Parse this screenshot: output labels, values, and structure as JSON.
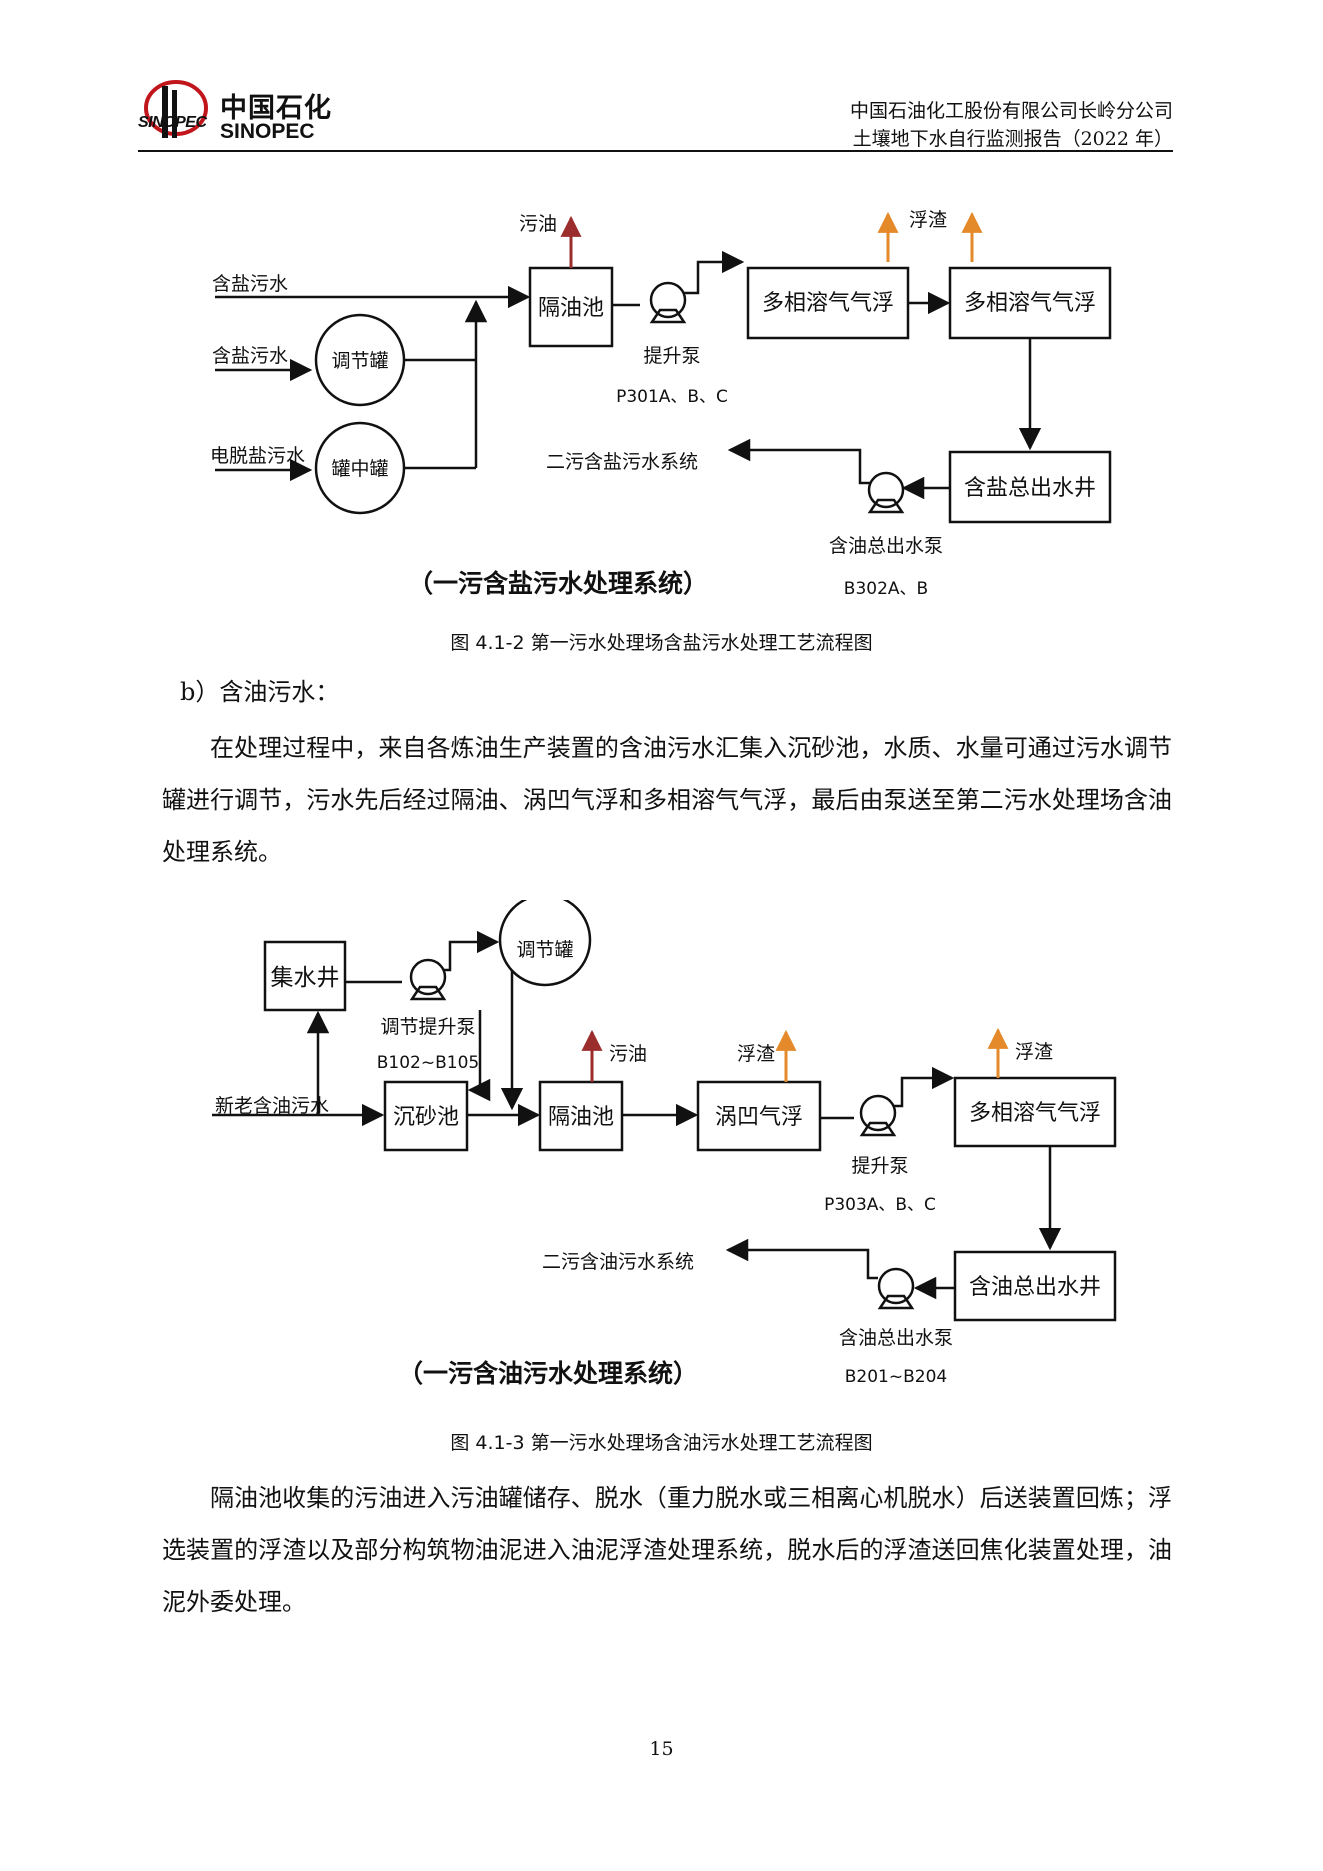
{
  "header": {
    "logo_cn": "中国石化",
    "logo_en": "SINOPEC",
    "logo_mark": "SINOPEC",
    "company": "中国石油化工股份有限公司长岭分公司",
    "report": "土壤地下水自行监测报告（2022 年）"
  },
  "figure1": {
    "caption": "图 4.1-2  第一污水处理场含盐污水处理工艺流程图",
    "diagram_title": "（一污含盐污水处理系统）",
    "labels": {
      "in1": "含盐污水",
      "in2": "含盐污水",
      "in3": "电脱盐污水",
      "tank1": "调节罐",
      "tank2": "罐中罐",
      "separator": "隔油池",
      "oil": "污油",
      "scum": "浮渣",
      "pump1": "提升泵",
      "pump1_id": "P301A、B、C",
      "flot1": "多相溶气气浮",
      "flot2": "多相溶气气浮",
      "well": "含盐总出水井",
      "pump2": "含油总出水泵",
      "pump2_id": "B302A、B",
      "outlet": "二污含盐污水系统"
    }
  },
  "section_b": {
    "heading": "b）含油污水：",
    "paragraph": "在处理过程中，来自各炼油生产装置的含油污水汇集入沉砂池，水质、水量可通过污水调节罐进行调节，污水先后经过隔油、涡凹气浮和多相溶气气浮，最后由泵送至第二污水处理场含油处理系统。"
  },
  "figure2": {
    "caption": "图 4.1-3  第一污水处理场含油污水处理工艺流程图",
    "diagram_title": "（一污含油污水处理系统）",
    "labels": {
      "sump": "集水井",
      "pump1": "调节提升泵",
      "pump1_id": "B102~B105",
      "tank": "调节罐",
      "inlet": "新老含油污水",
      "grit": "沉砂池",
      "separator": "隔油池",
      "oil": "污油",
      "scum1": "浮渣",
      "caf": "涡凹气浮",
      "pump2": "提升泵",
      "pump2_id": "P303A、B、C",
      "scum2": "浮渣",
      "flot": "多相溶气气浮",
      "well": "含油总出水井",
      "pump3": "含油总出水泵",
      "pump3_id": "B201~B204",
      "outlet": "二污含油污水系统"
    }
  },
  "closing_paragraph": "隔油池收集的污油进入污油罐储存、脱水（重力脱水或三相离心机脱水）后送装置回炼；浮选装置的浮渣以及部分构筑物油泥进入油泥浮渣处理系统，脱水后的浮渣送回焦化装置处理，油泥外委处理。",
  "page_number": "15",
  "colors": {
    "oil_arrow": "#9b2d2d",
    "scum_arrow": "#e58a2a",
    "ink": "#111111"
  }
}
